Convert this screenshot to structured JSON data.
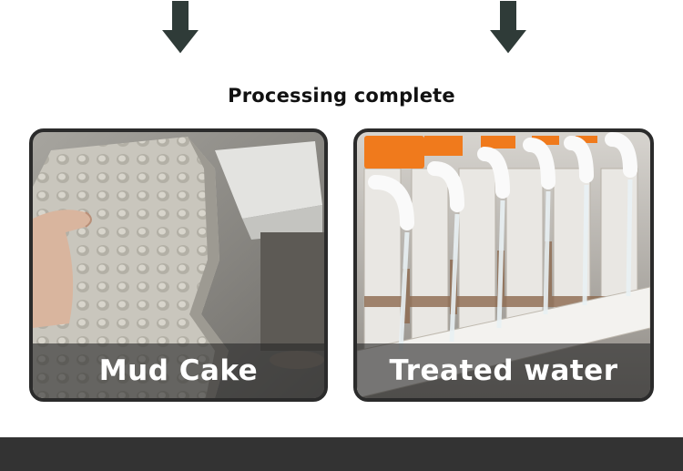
{
  "heading": "Processing complete",
  "cards": [
    {
      "caption": "Mud Cake",
      "image": "mud-cake-photo"
    },
    {
      "caption": "Treated water",
      "image": "treated-water-photo"
    }
  ],
  "colors": {
    "arrow": "#2f3b38",
    "arrow_outline": "#ffffff",
    "card_border": "#2b2b2b",
    "caption_band": "#282828",
    "footer_bar": "#333333",
    "tap_orange": "#f07a1c"
  },
  "icons": [
    "down-arrow-icon",
    "down-arrow-icon"
  ]
}
